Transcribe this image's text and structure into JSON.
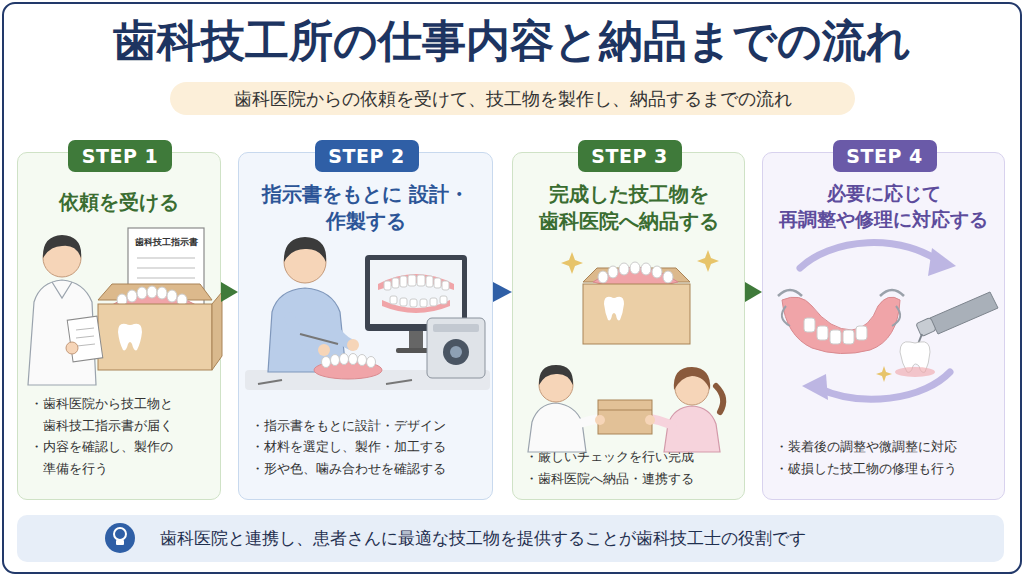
{
  "diagram": {
    "title": "歯科技工所の仕事内容と納品までの流れ",
    "nodes": [
      {
        "text": [
          "歯科医院からの依頼を受けて、技工物を製作し、納品するまでの流れ"
        ]
      },
      {
        "text": [
          "依頼を受ける",
          "・歯科医院から技工物と 歯科技工指示書が届く",
          "・内容を確認し、製作の 準備を行う"
        ]
      },
      {
        "text": [
          "STEP 1"
        ],
        "in": 1
      },
      {
        "text": [
          "指示書をもとに 設計・作製する",
          "・指示書をもとに設計・デザイン",
          "・材料を選定し、製作・加工する",
          "・形や色、噛み合わせを確認する"
        ]
      },
      {
        "text": [
          "STEP 2"
        ],
        "in": 3
      },
      {
        "text": [
          "完成した技工物を 歯科医院へ納品する",
          "・厳しいチェックを行い完成",
          "・歯科医院へ納品・連携する"
        ]
      },
      {
        "text": [
          "STEP 3"
        ],
        "in": 5
      },
      {
        "text": [
          "必要に応じて 再調整や修理に対応する",
          "・装着後の調整や微調整に対応",
          "・破損した技工物の修理も行う"
        ]
      },
      {
        "text": [
          "STEP 4"
        ],
        "in": 7
      },
      {
        "text": [
          "歯科医院と連携し、患者さんに最適な技工物を提供することが歯科技工士の役割です"
        ]
      }
    ],
    "edges": [
      {
        "from": 1,
        "to": 3,
        "arrow": "to"
      },
      {
        "from": 3,
        "to": 5,
        "arrow": "to"
      },
      {
        "from": 5,
        "to": 7,
        "arrow": "to"
      }
    ],
    "labels": [
      "歯科技工指示書"
    ]
  }
}
